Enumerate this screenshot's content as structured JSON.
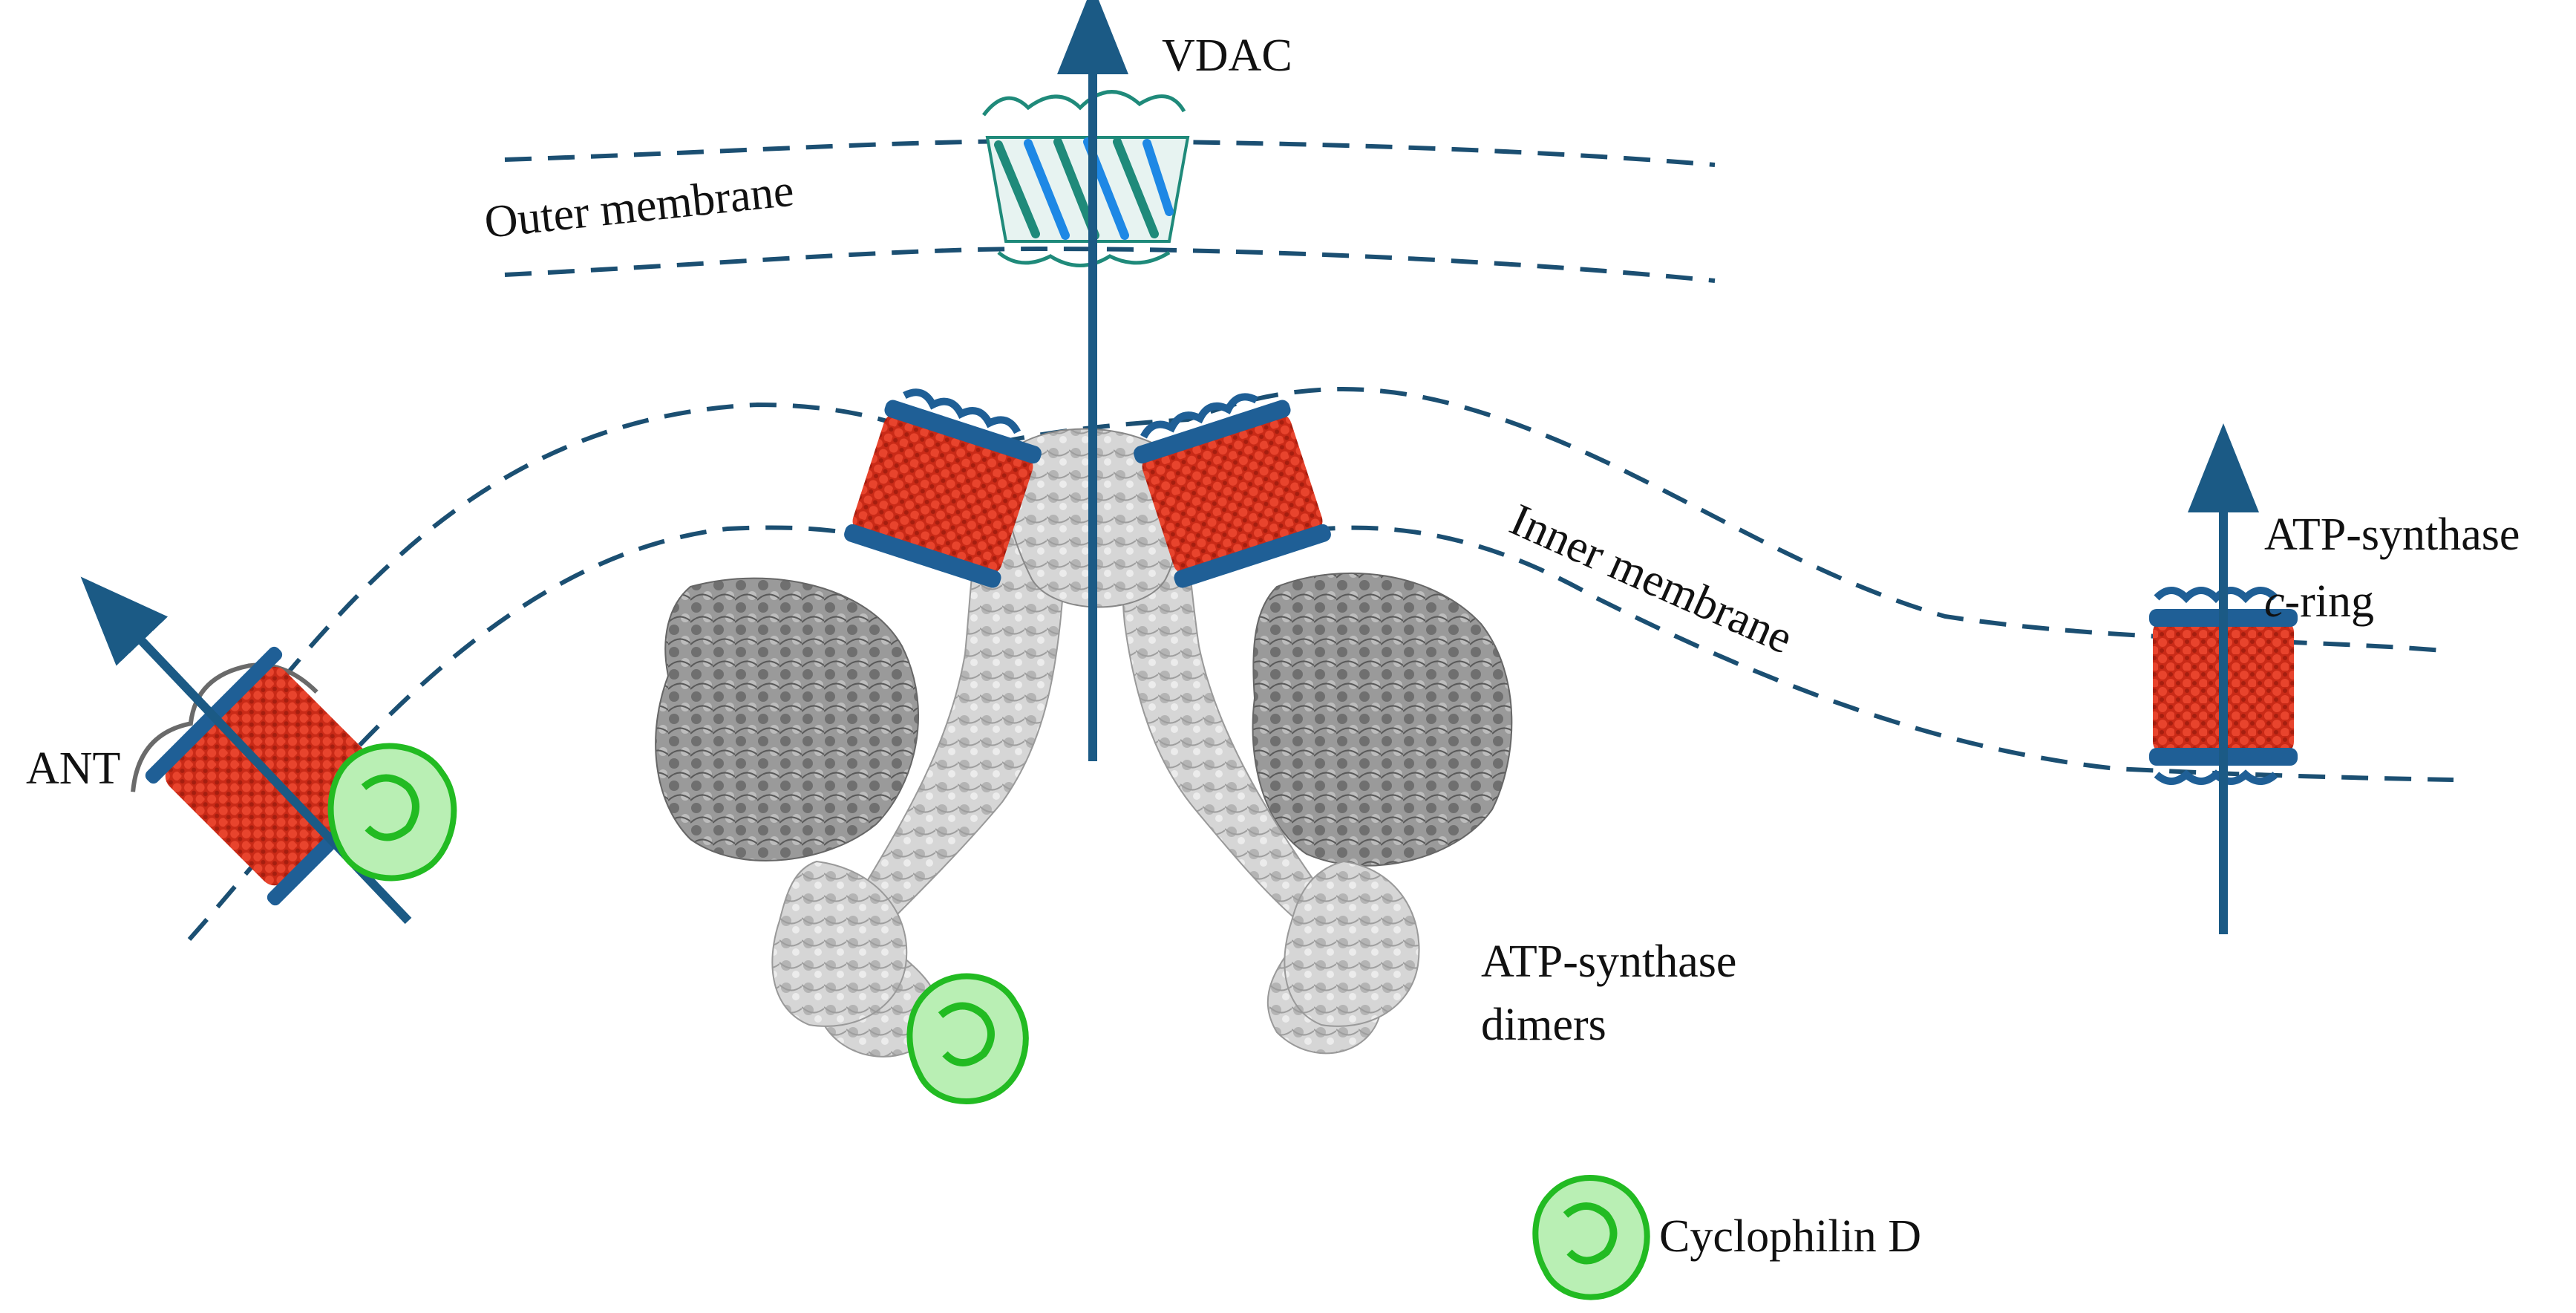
{
  "labels": {
    "vdac": "VDAC",
    "outer_membrane": "Outer membrane",
    "inner_membrane": "Inner membrane",
    "atp_ring_line1": "ATP-synthase",
    "atp_ring_c": "c",
    "atp_ring_rest": "-ring",
    "ant": "ANT",
    "atp_dimers_line1": "ATP-synthase",
    "atp_dimers_line2": "dimers",
    "legend_cyclophilin": "Cyclophilin D"
  },
  "colors": {
    "membrane": "#1b4f72",
    "arrow": "#1b5a85",
    "helix_red": "#d9341f",
    "cap_blue": "#1f5f96",
    "vdac_green": "#1f8a7a",
    "vdac_blue": "#1e88e5",
    "cyclophilin": "#22bb22",
    "dimer_gray": "#8a8a8a"
  },
  "icons": {
    "vdac": "beta-barrel-icon",
    "c_ring": "c-ring-icon",
    "ant": "ant-protein-icon",
    "cyclophilin": "cyclophilin-icon",
    "dimers": "atp-synthase-dimer-icon"
  }
}
